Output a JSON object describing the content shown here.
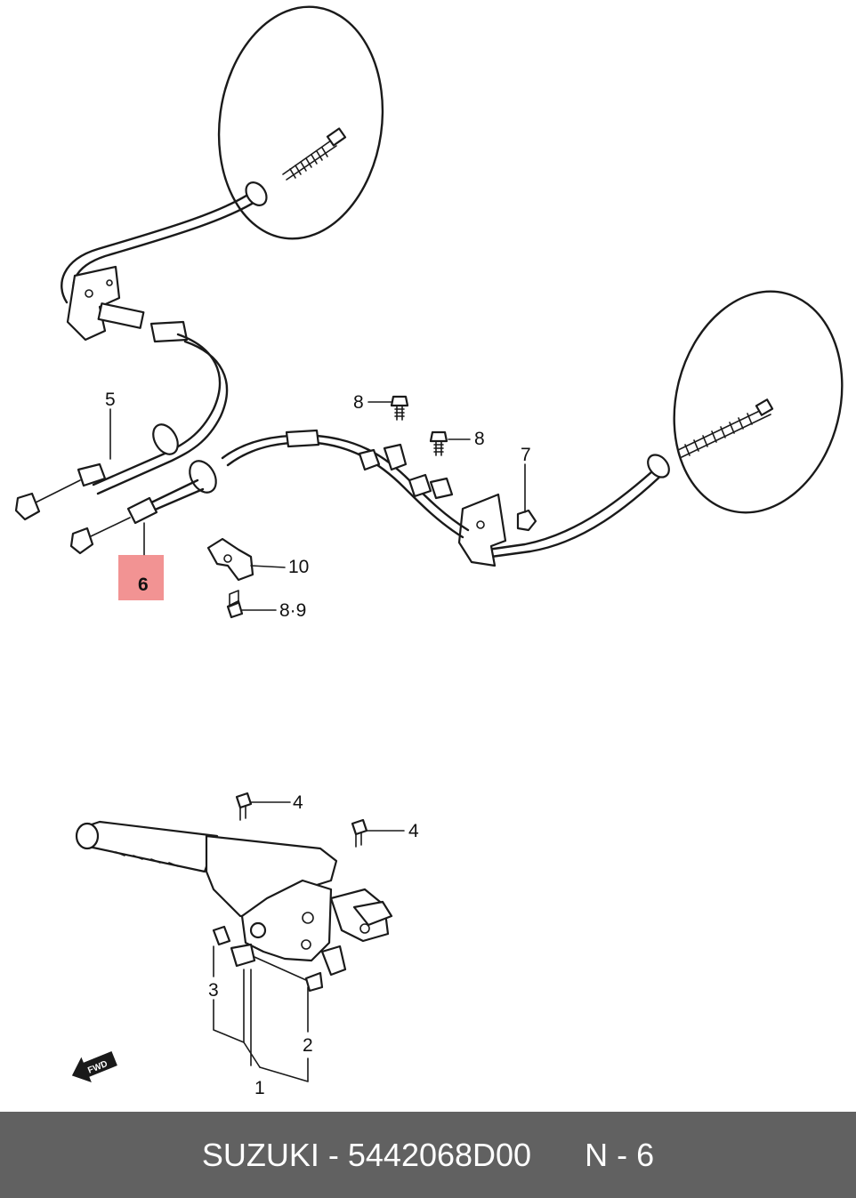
{
  "diagram": {
    "callouts": {
      "c1": "1",
      "c2": "2",
      "c3": "3",
      "c4a": "4",
      "c4b": "4",
      "c5": "5",
      "c6": "6",
      "c7": "7",
      "c8a": "8",
      "c8b": "8",
      "c89": "8·9",
      "c10": "10"
    },
    "highlighted_part": "6",
    "highlight_color": "#f08080",
    "direction_badge": "FWD"
  },
  "footer": {
    "brand": "SUZUKI",
    "separator": " - ",
    "part_number": "5442068D00",
    "position_label": "N - 6"
  }
}
